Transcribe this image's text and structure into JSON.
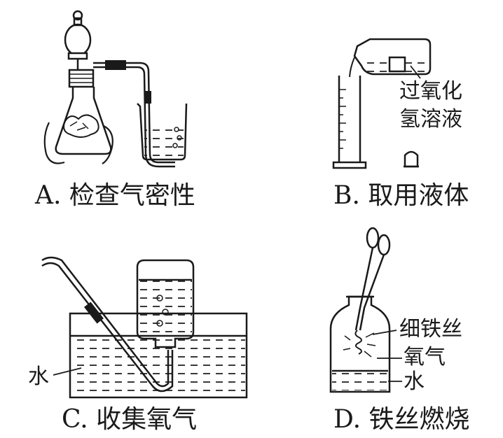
{
  "panels": [
    {
      "id": "A",
      "caption": "A. 检查气密性"
    },
    {
      "id": "B",
      "caption": "B. 取用液体",
      "labels": [
        "过氧化",
        "氢溶液"
      ]
    },
    {
      "id": "C",
      "caption": "C. 收集氧气",
      "labels": [
        "水"
      ]
    },
    {
      "id": "D",
      "caption": "D. 铁丝燃烧",
      "labels": [
        "细铁丝",
        "氧气",
        "水"
      ]
    }
  ]
}
